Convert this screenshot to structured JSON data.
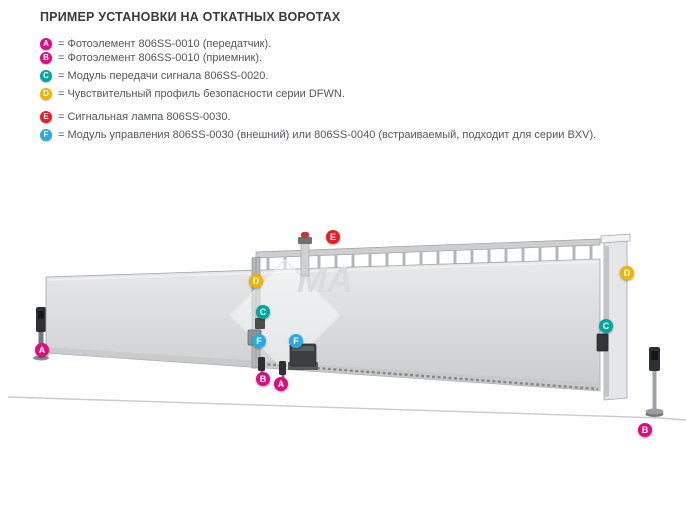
{
  "title": "ПРИМЕР УСТАНОВКИ НА ОТКАТНЫХ ВОРОТАХ",
  "legend": {
    "items": [
      {
        "letter": "A",
        "color": "#e5097f",
        "text": "= Фотоэлемент 806SS-0010 (передатчик)."
      },
      {
        "letter": "B",
        "color": "#e5097f",
        "text": "= Фотоэлемент 806SS-0010 (приемник)."
      },
      {
        "letter": "C",
        "color": "#00a79d",
        "text": "= Модуль передачи сигнала 806SS-0020."
      },
      {
        "letter": "D",
        "color": "#f2b200",
        "text": "= Чувствительный профиль безопасности серии DFWN."
      },
      {
        "letter": "E",
        "color": "#ed1c24",
        "text": "= Сигнальная лампа 806SS-0030."
      },
      {
        "letter": "F",
        "color": "#29abe2",
        "text": "= Модуль управления 806SS-0030 (внешний) или 806SS-0040 (встраиваемый, подходит для серии BXV)."
      }
    ]
  },
  "diagram": {
    "watermark": "МА",
    "badges": [
      {
        "letter": "E",
        "color": "#ed1c24"
      },
      {
        "letter": "D",
        "color": "#f2b200"
      },
      {
        "letter": "D",
        "color": "#f2b200"
      },
      {
        "letter": "C",
        "color": "#00a79d"
      },
      {
        "letter": "C",
        "color": "#00a79d"
      },
      {
        "letter": "F",
        "color": "#29abe2"
      },
      {
        "letter": "F",
        "color": "#29abe2"
      },
      {
        "letter": "A",
        "color": "#e5097f"
      },
      {
        "letter": "B",
        "color": "#e5097f"
      },
      {
        "letter": "A",
        "color": "#e5097f"
      },
      {
        "letter": "B",
        "color": "#e5097f"
      }
    ]
  }
}
